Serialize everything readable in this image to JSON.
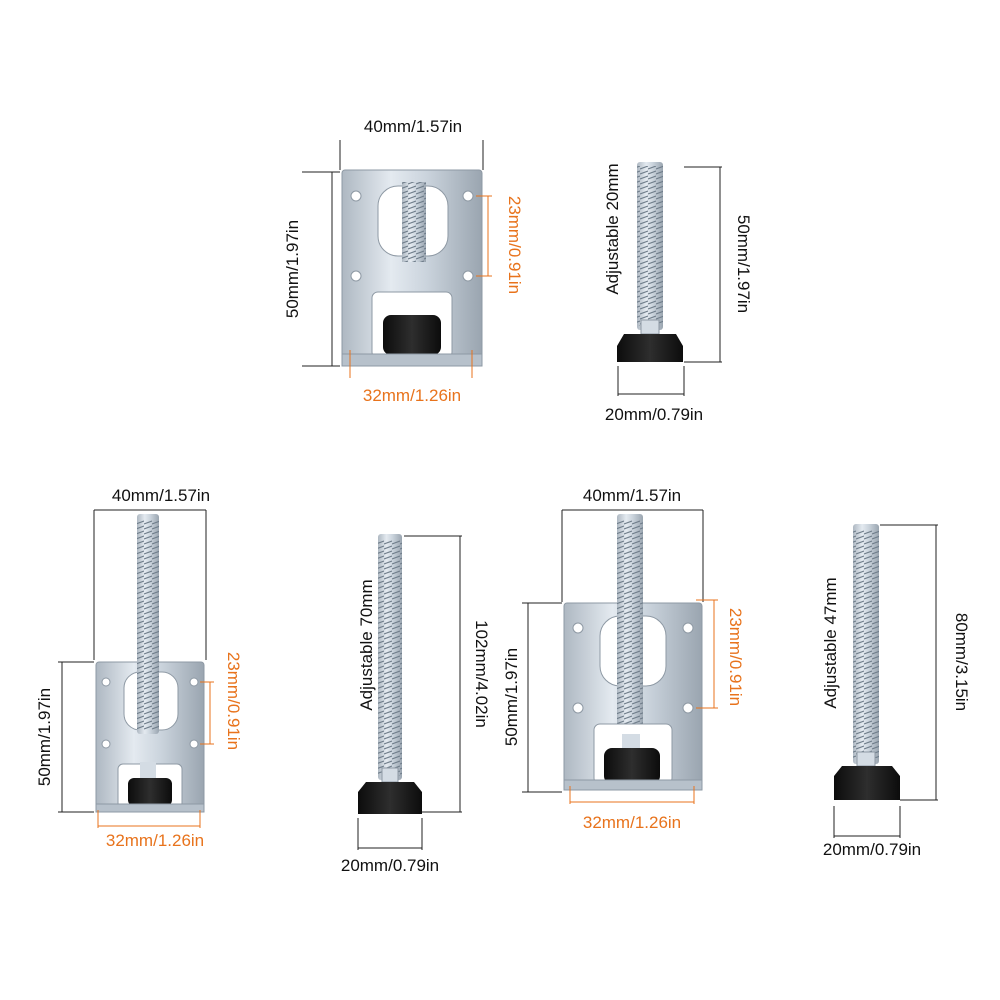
{
  "colors": {
    "dimension_black": "#111111",
    "dimension_orange": "#e8731c",
    "metal": "#c9d3dc",
    "rubber": "#1a1a1a"
  },
  "products": {
    "bracket_small": {
      "top_width": "40mm/1.57in",
      "height": "50mm/1.97in",
      "slot_height": "23mm/0.91in",
      "base_width": "32mm/1.26in"
    },
    "bolt_small": {
      "adjustable": "Adjustable 20mm",
      "length": "50mm/1.97in",
      "foot_diameter": "20mm/0.79in"
    },
    "bracket_long": {
      "top_width": "40mm/1.57in",
      "height": "50mm/1.97in",
      "slot_height": "23mm/0.91in",
      "base_width": "32mm/1.26in"
    },
    "bolt_long": {
      "adjustable": "Adjustable 70mm",
      "length": "102mm/4.02in",
      "foot_diameter": "20mm/0.79in"
    },
    "bracket_medium": {
      "top_width": "40mm/1.57in",
      "height": "50mm/1.97in",
      "slot_height": "23mm/0.91in",
      "base_width": "32mm/1.26in"
    },
    "bolt_medium": {
      "adjustable": "Adjustable 47mm",
      "length": "80mm/3.15in",
      "foot_diameter": "20mm/0.79in"
    }
  }
}
